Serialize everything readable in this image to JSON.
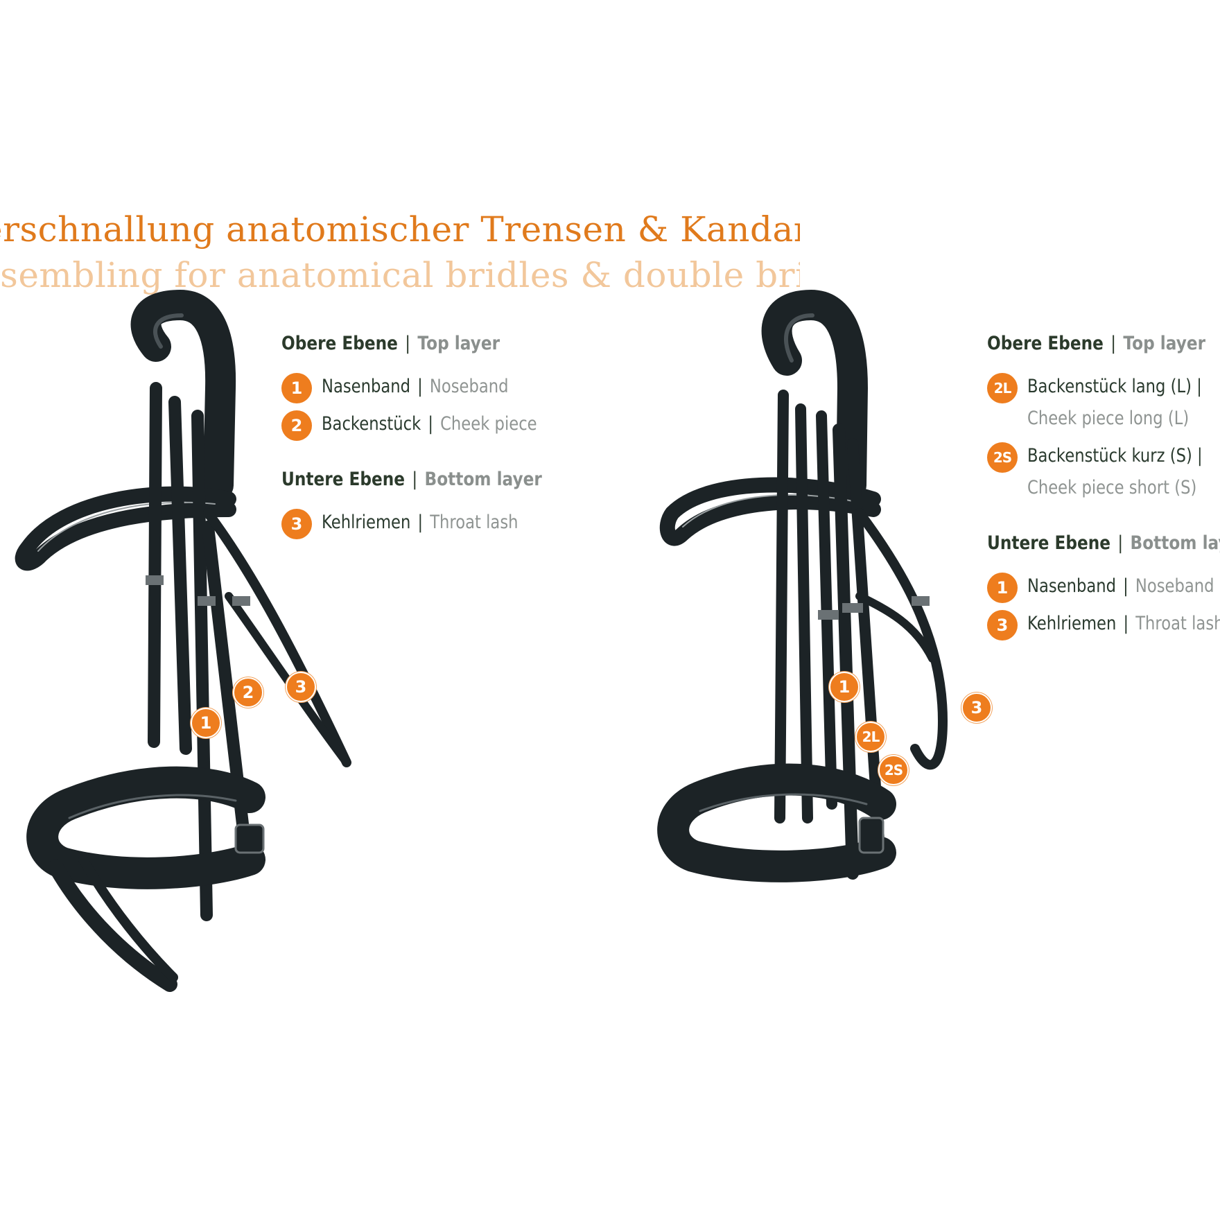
{
  "title": {
    "german": "erschnallung anatomischer Trensen & Kandaren",
    "english": "ssembling for anatomical bridles & double bridles"
  },
  "colors": {
    "accent": "#ee7d1e",
    "title_de": "#e07a1c",
    "title_en": "#f2c79b",
    "leather": "#1c2326",
    "text_dark": "#2a3a2e",
    "text_grey": "#8f9492"
  },
  "left_legend": {
    "top_header": {
      "de": "Obere Ebene",
      "sep": "|",
      "en": "Top layer"
    },
    "top_items": [
      {
        "num": "1",
        "de": "Nasenband",
        "sep": "|",
        "en": "Noseband"
      },
      {
        "num": "2",
        "de": "Backenstück",
        "sep": "|",
        "en": "Cheek piece"
      }
    ],
    "bottom_header": {
      "de": "Untere Ebene",
      "sep": "|",
      "en": "Bottom layer"
    },
    "bottom_items": [
      {
        "num": "3",
        "de": "Kehlriemen",
        "sep": "|",
        "en": "Throat lash"
      }
    ]
  },
  "right_legend": {
    "top_header": {
      "de": "Obere Ebene",
      "sep": "|",
      "en": "Top layer"
    },
    "top_items": [
      {
        "num": "2L",
        "de": "Backenstück lang (L) |",
        "en": "Cheek piece long (L)"
      },
      {
        "num": "2S",
        "de": "Backenstück kurz (S) |",
        "en": "Cheek piece short (S)"
      }
    ],
    "bottom_header": {
      "de": "Untere Ebene",
      "sep": "|",
      "en": "Bottom layer"
    },
    "bottom_items": [
      {
        "num": "1",
        "de": "Nasenband",
        "sep": "|",
        "en": "Noseband"
      },
      {
        "num": "3",
        "de": "Kehlriemen",
        "sep": "|",
        "en": "Throat lash"
      }
    ]
  },
  "left_markers": [
    "1",
    "2",
    "3"
  ],
  "right_markers": [
    "1",
    "2L",
    "2S",
    "3"
  ]
}
